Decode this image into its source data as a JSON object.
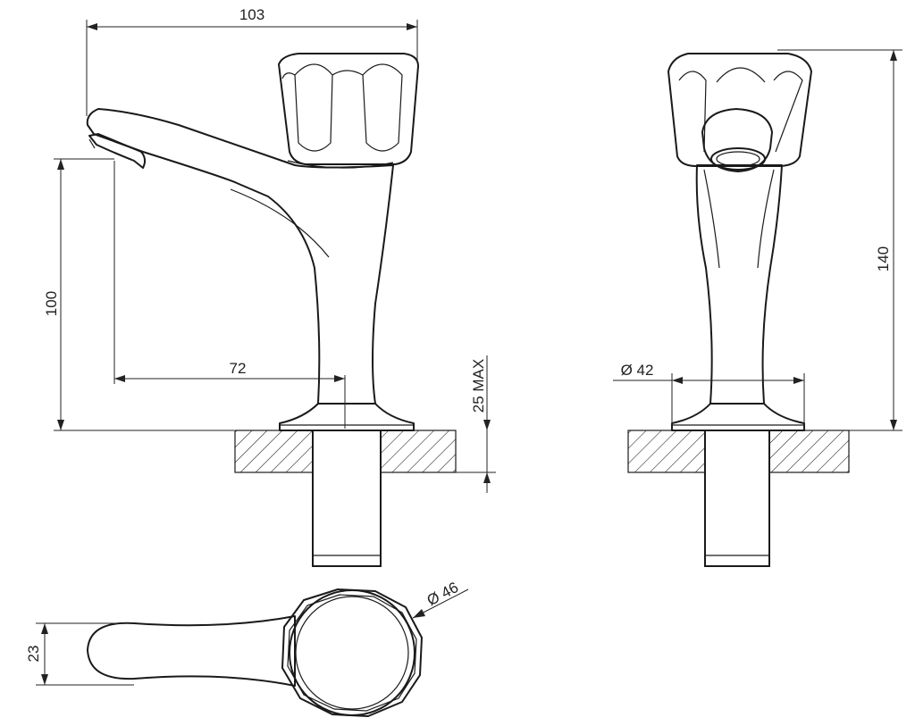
{
  "colors": {
    "line": "#1a1a1a",
    "background": "#ffffff"
  },
  "dimensions": {
    "overall_width": "103",
    "spout_height": "100",
    "spout_reach": "72",
    "deck_thickness": "25 MAX",
    "overall_height": "140",
    "base_diameter": "Ø 42",
    "handle_diameter": "Ø 46",
    "spout_width": "23"
  }
}
